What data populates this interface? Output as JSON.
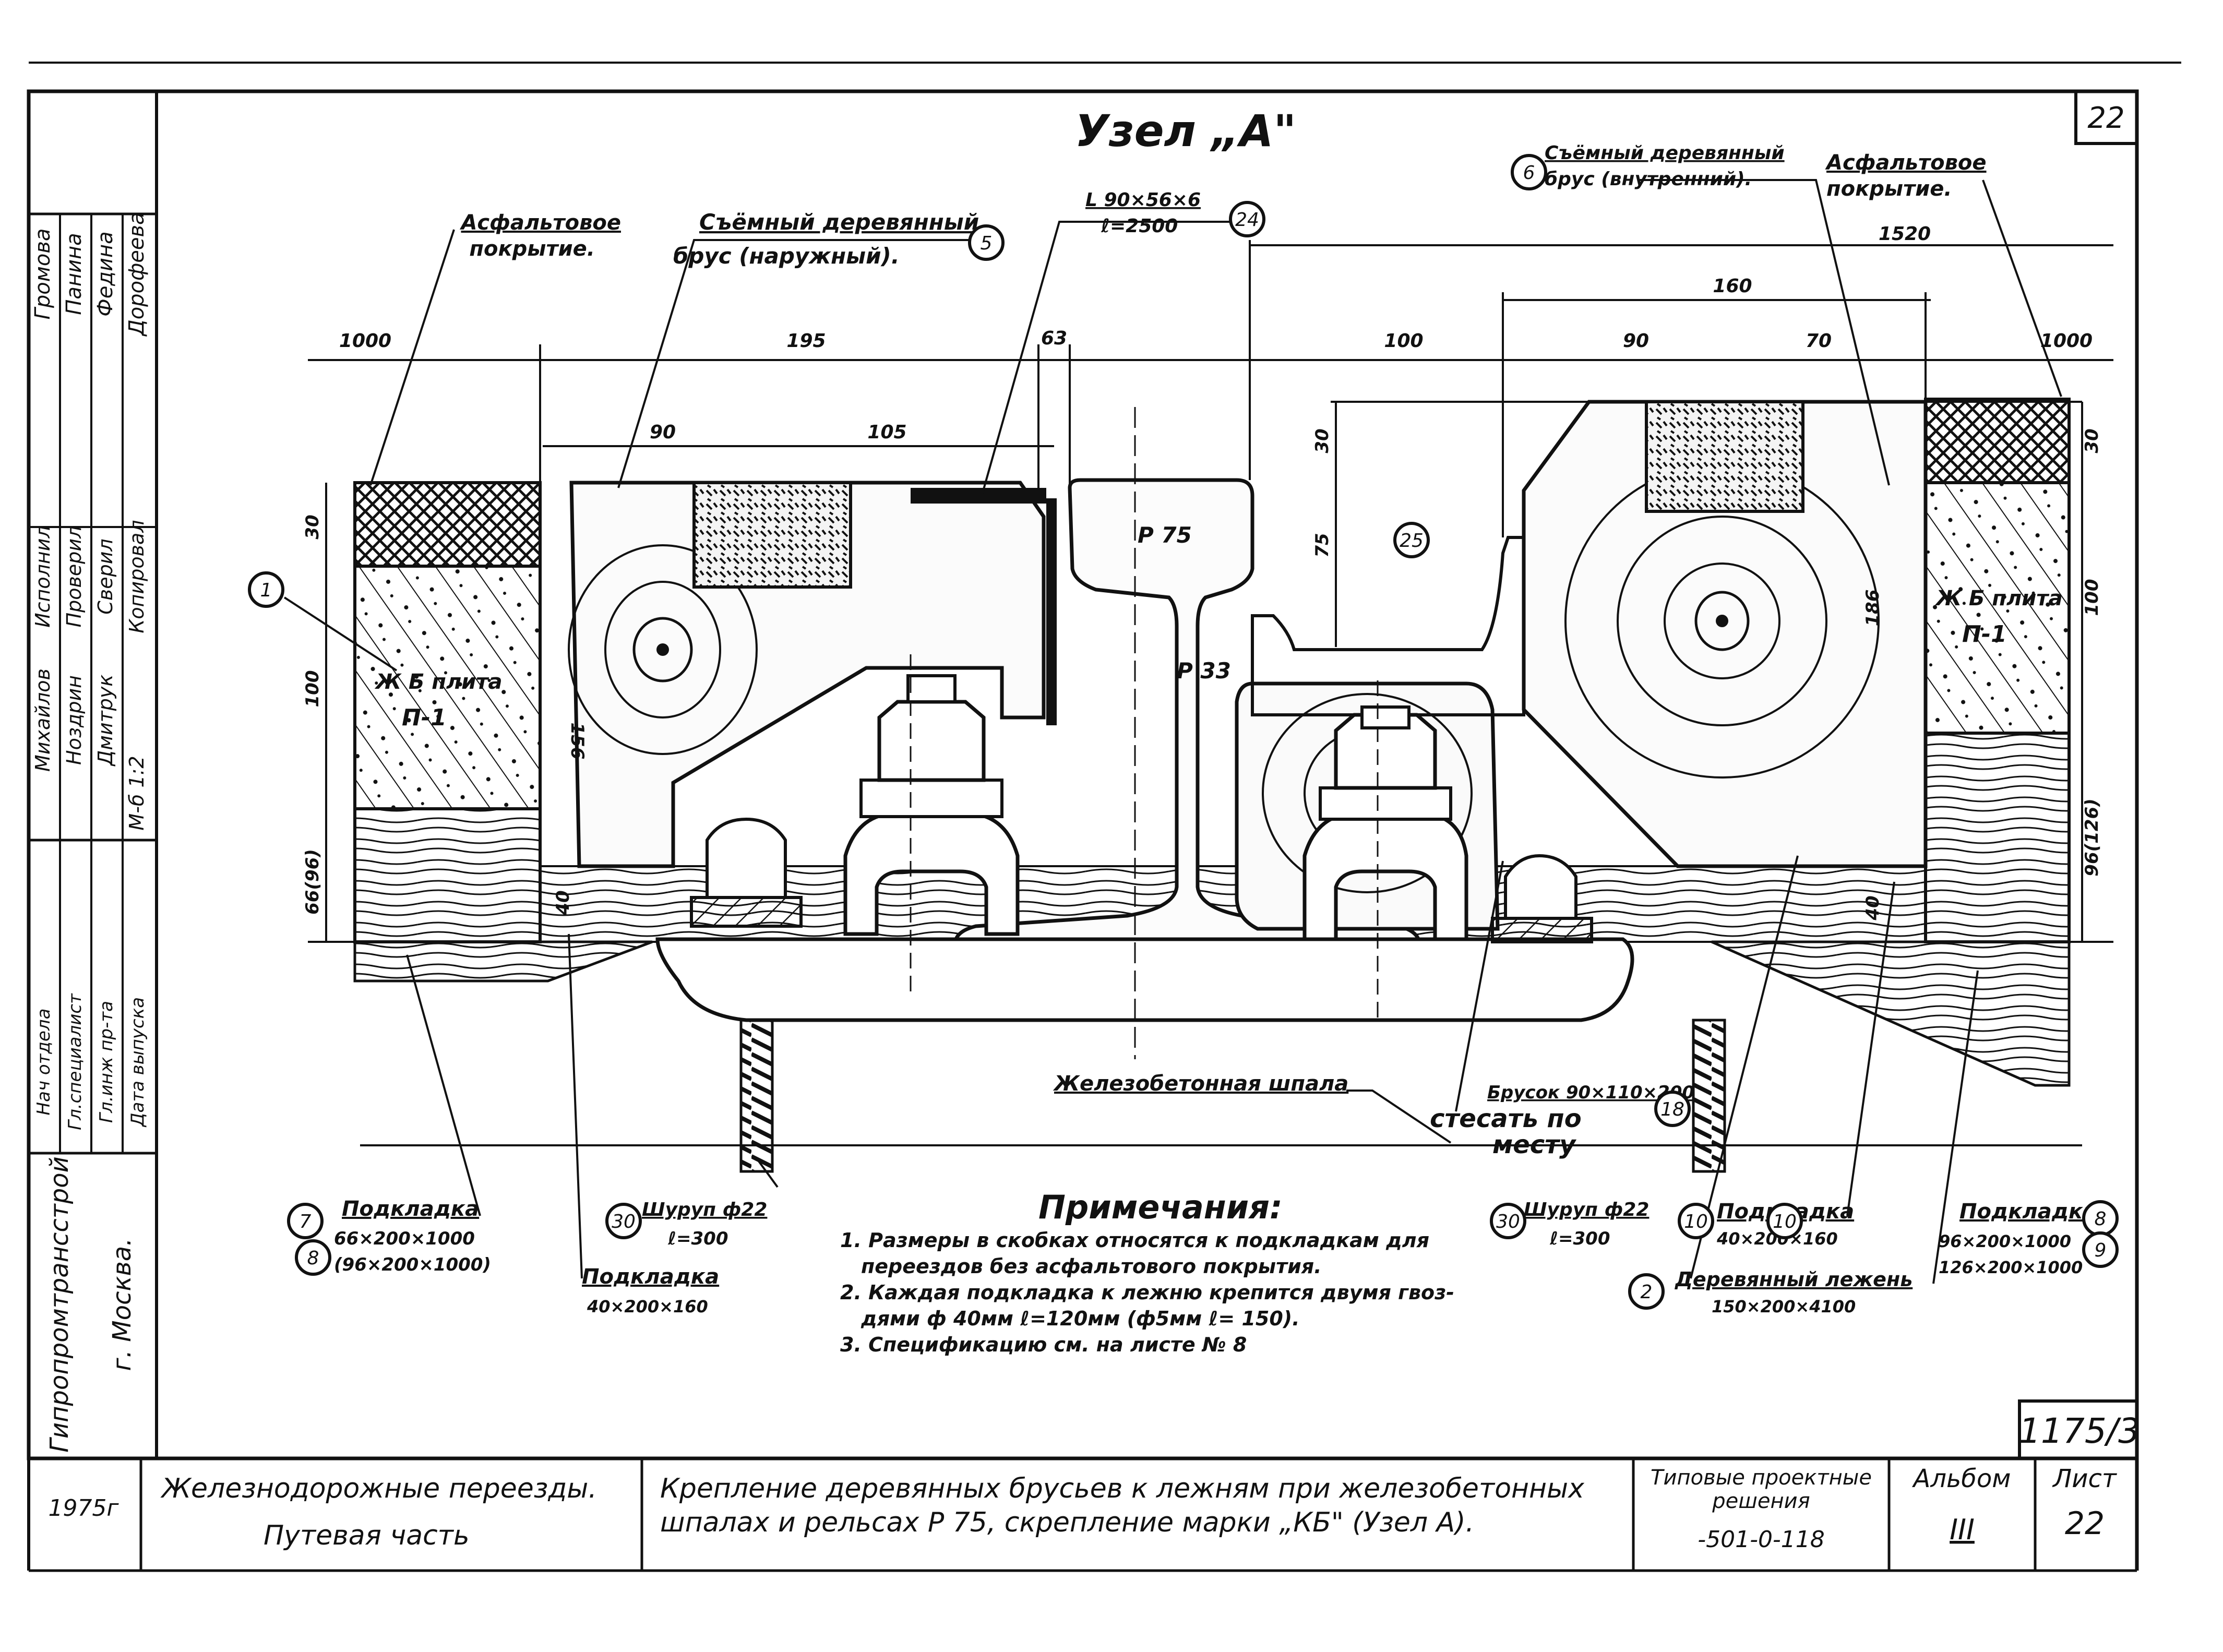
{
  "title": "Узел „А\"",
  "sheet_corner_number": "22",
  "labels": {
    "asphalt_left": [
      "Асфальтовое",
      "покрытие."
    ],
    "beam_outer": [
      "Съёмный деревянный",
      "брус (наружный)."
    ],
    "angle": [
      "L 90×56×6",
      "ℓ=2500"
    ],
    "beam_inner": [
      "Съёмный деревянный",
      "брус (внутренний)."
    ],
    "asphalt_right": [
      "Асфальтовое",
      "покрытие."
    ],
    "rail": "Р 75",
    "pad_small": "Р 33",
    "rc_plate_left": [
      "Ж Б плита",
      "П-1"
    ],
    "rc_plate_right": [
      "Ж Б плита",
      "П-1"
    ],
    "sleeper": "Железобетонная шпала",
    "bar": "Брусок 90×110×200",
    "cut": [
      "стесать по",
      "месту"
    ],
    "pad_7_8": [
      "Подкладка",
      "66×200×1000",
      "(96×200×1000)"
    ],
    "screw_left": [
      "Шуруп ф22",
      "ℓ=300"
    ],
    "pad_10_left": [
      "Подкладка",
      "40×200×160"
    ],
    "screw_right": [
      "Шуруп ф22",
      "ℓ=300"
    ],
    "pad_10_right": [
      "Подкладка",
      "40×200×160"
    ],
    "bed": [
      "Деревянный лежень",
      "150×200×4100"
    ],
    "pad_8_9": [
      "Подкладка",
      "96×200×1000",
      "126×200×1000"
    ]
  },
  "callouts": [
    "1",
    "5",
    "24",
    "6",
    "25",
    "7",
    "8",
    "30",
    "10",
    "30",
    "10",
    "2",
    "18",
    "8",
    "9"
  ],
  "dimensions": {
    "top": [
      "1000",
      "195",
      "63",
      "100",
      "90",
      "70",
      "1000"
    ],
    "upper": [
      "90",
      "105",
      "160",
      "1520"
    ],
    "vertical_left": [
      "30",
      "100",
      "66(96)",
      "156",
      "40"
    ],
    "vertical_mid": [
      "30",
      "75"
    ],
    "vertical_right": [
      "186",
      "40",
      "30",
      "100",
      "96(126)"
    ]
  },
  "notes": {
    "heading": "Примечания:",
    "items": [
      "1. Размеры в скобках относятся к подкладкам для",
      "переездов без асфальтового покрытия.",
      "2. Каждая подкладка к лежню крепится двумя гвоз-",
      "дями ф 40мм ℓ=120мм (ф5мм ℓ= 150).",
      "3. Спецификацию см. на листе № 8"
    ]
  },
  "left_block": {
    "names": [
      "Громова",
      "Панина",
      "Федина",
      "Дорофеева"
    ],
    "roles": [
      "Исполнил",
      "Проверил",
      "Сверил",
      "Копировал",
      "М-б 1:2"
    ],
    "names2": [
      "Михайлов",
      "Ноздрин",
      "Дмитрук"
    ],
    "roles2": [
      "Нач отдела",
      "Гл.специалист",
      "Гл.инж пр-та",
      "Дата выпуска"
    ],
    "org": "Гипропромтрансстрой",
    "city": "г. Москва."
  },
  "stamp": {
    "code": "1175/3",
    "year": "1975г",
    "work_1": "Железнодорожные переезды.",
    "work_2": "Путевая часть",
    "desc_1": "Крепление деревянных брусьев к лежням при железобетонных",
    "desc_2": "шпалах и рельсах Р 75, скрепление марки „КБ\" (Узел А).",
    "type_1": "Типовые проектные",
    "type_2": "решения",
    "type_3": "-501-0-118",
    "album_label": "Альбом",
    "album_value": "III",
    "sheet_label": "Лист",
    "sheet_value": "22"
  }
}
